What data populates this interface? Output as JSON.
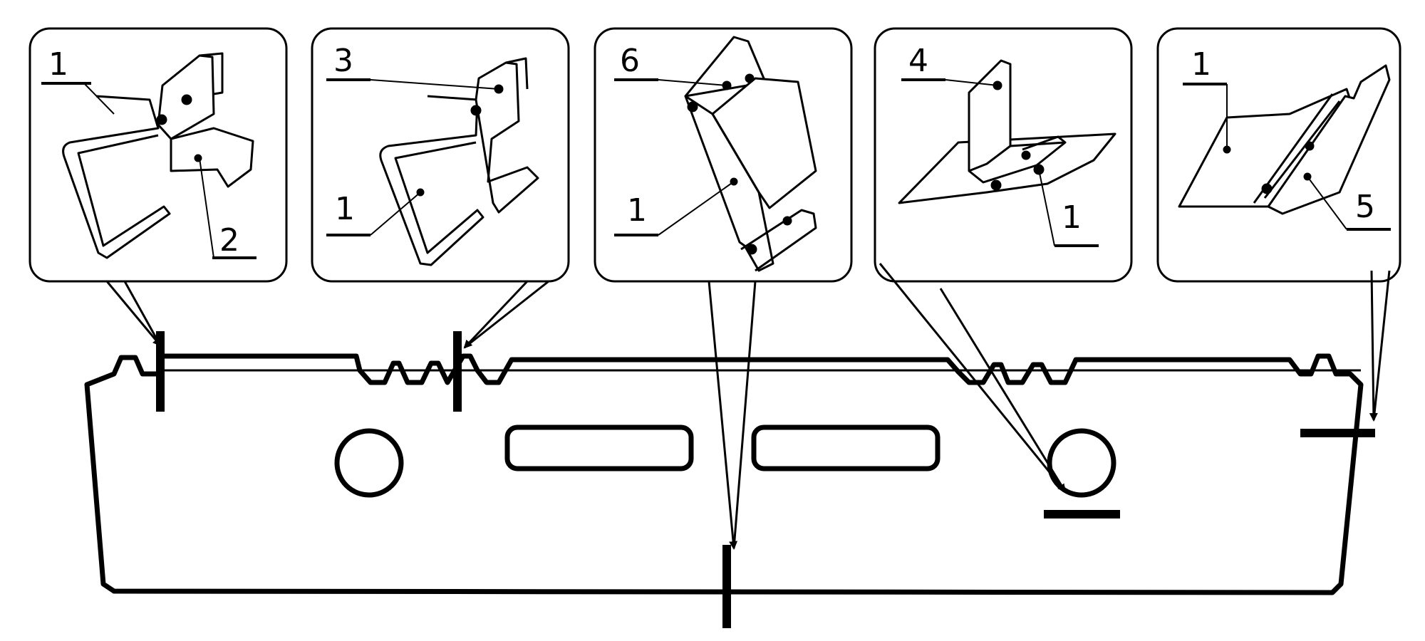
{
  "callouts": [
    {
      "id": "a",
      "labels": [
        "1",
        "2"
      ]
    },
    {
      "id": "b",
      "labels": [
        "3",
        "1"
      ]
    },
    {
      "id": "c",
      "labels": [
        "6",
        "1"
      ]
    },
    {
      "id": "d",
      "labels": [
        "4",
        "1"
      ]
    },
    {
      "id": "e",
      "labels": [
        "1",
        "5"
      ]
    }
  ],
  "colors": {
    "stroke": "#000000",
    "fill": "#ffffff",
    "shade": "#f0f0f0"
  }
}
